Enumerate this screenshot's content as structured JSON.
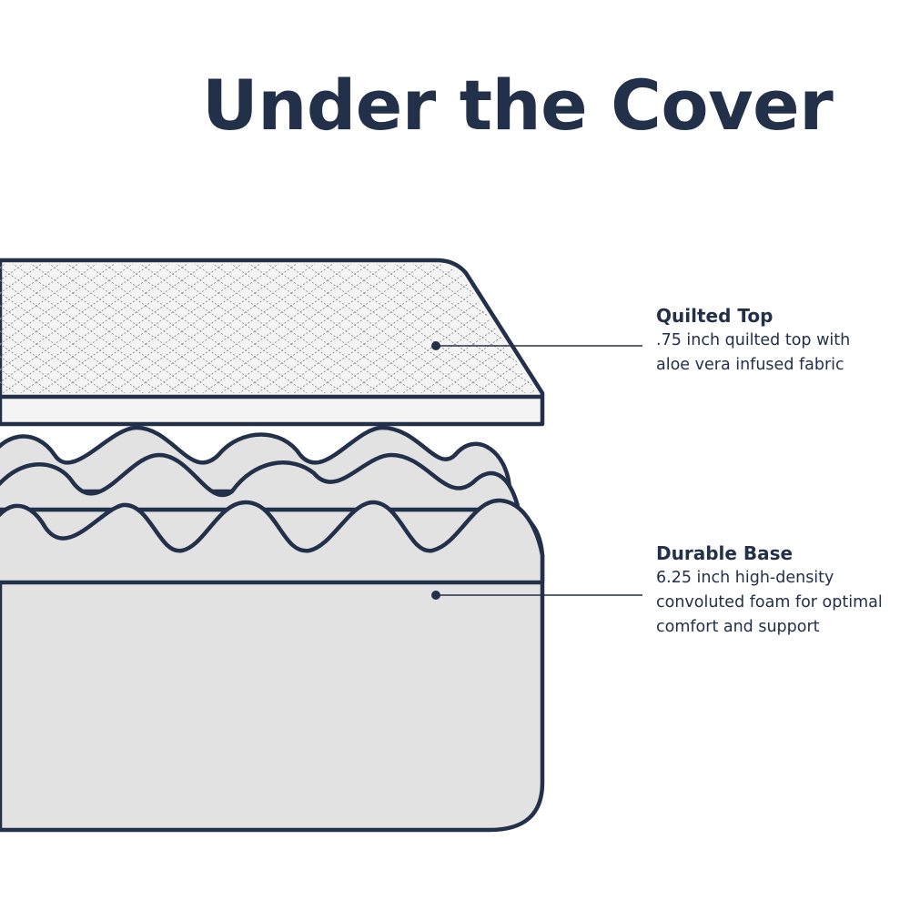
{
  "title": "Under the Cover",
  "colors": {
    "ink": "#22304a",
    "foam_fill": "#e2e2e2",
    "topper_fill": "#f4f4f4",
    "background": "#ffffff"
  },
  "layers": [
    {
      "id": "quilted-top",
      "name": "Quilted Top",
      "description_lines": [
        ".75 inch quilted top with",
        "aloe vera infused fabric"
      ]
    },
    {
      "id": "durable-base",
      "name": "Durable Base",
      "description_lines": [
        "6.25 inch high-density",
        "convoluted foam for optimal",
        "comfort and support"
      ]
    }
  ]
}
